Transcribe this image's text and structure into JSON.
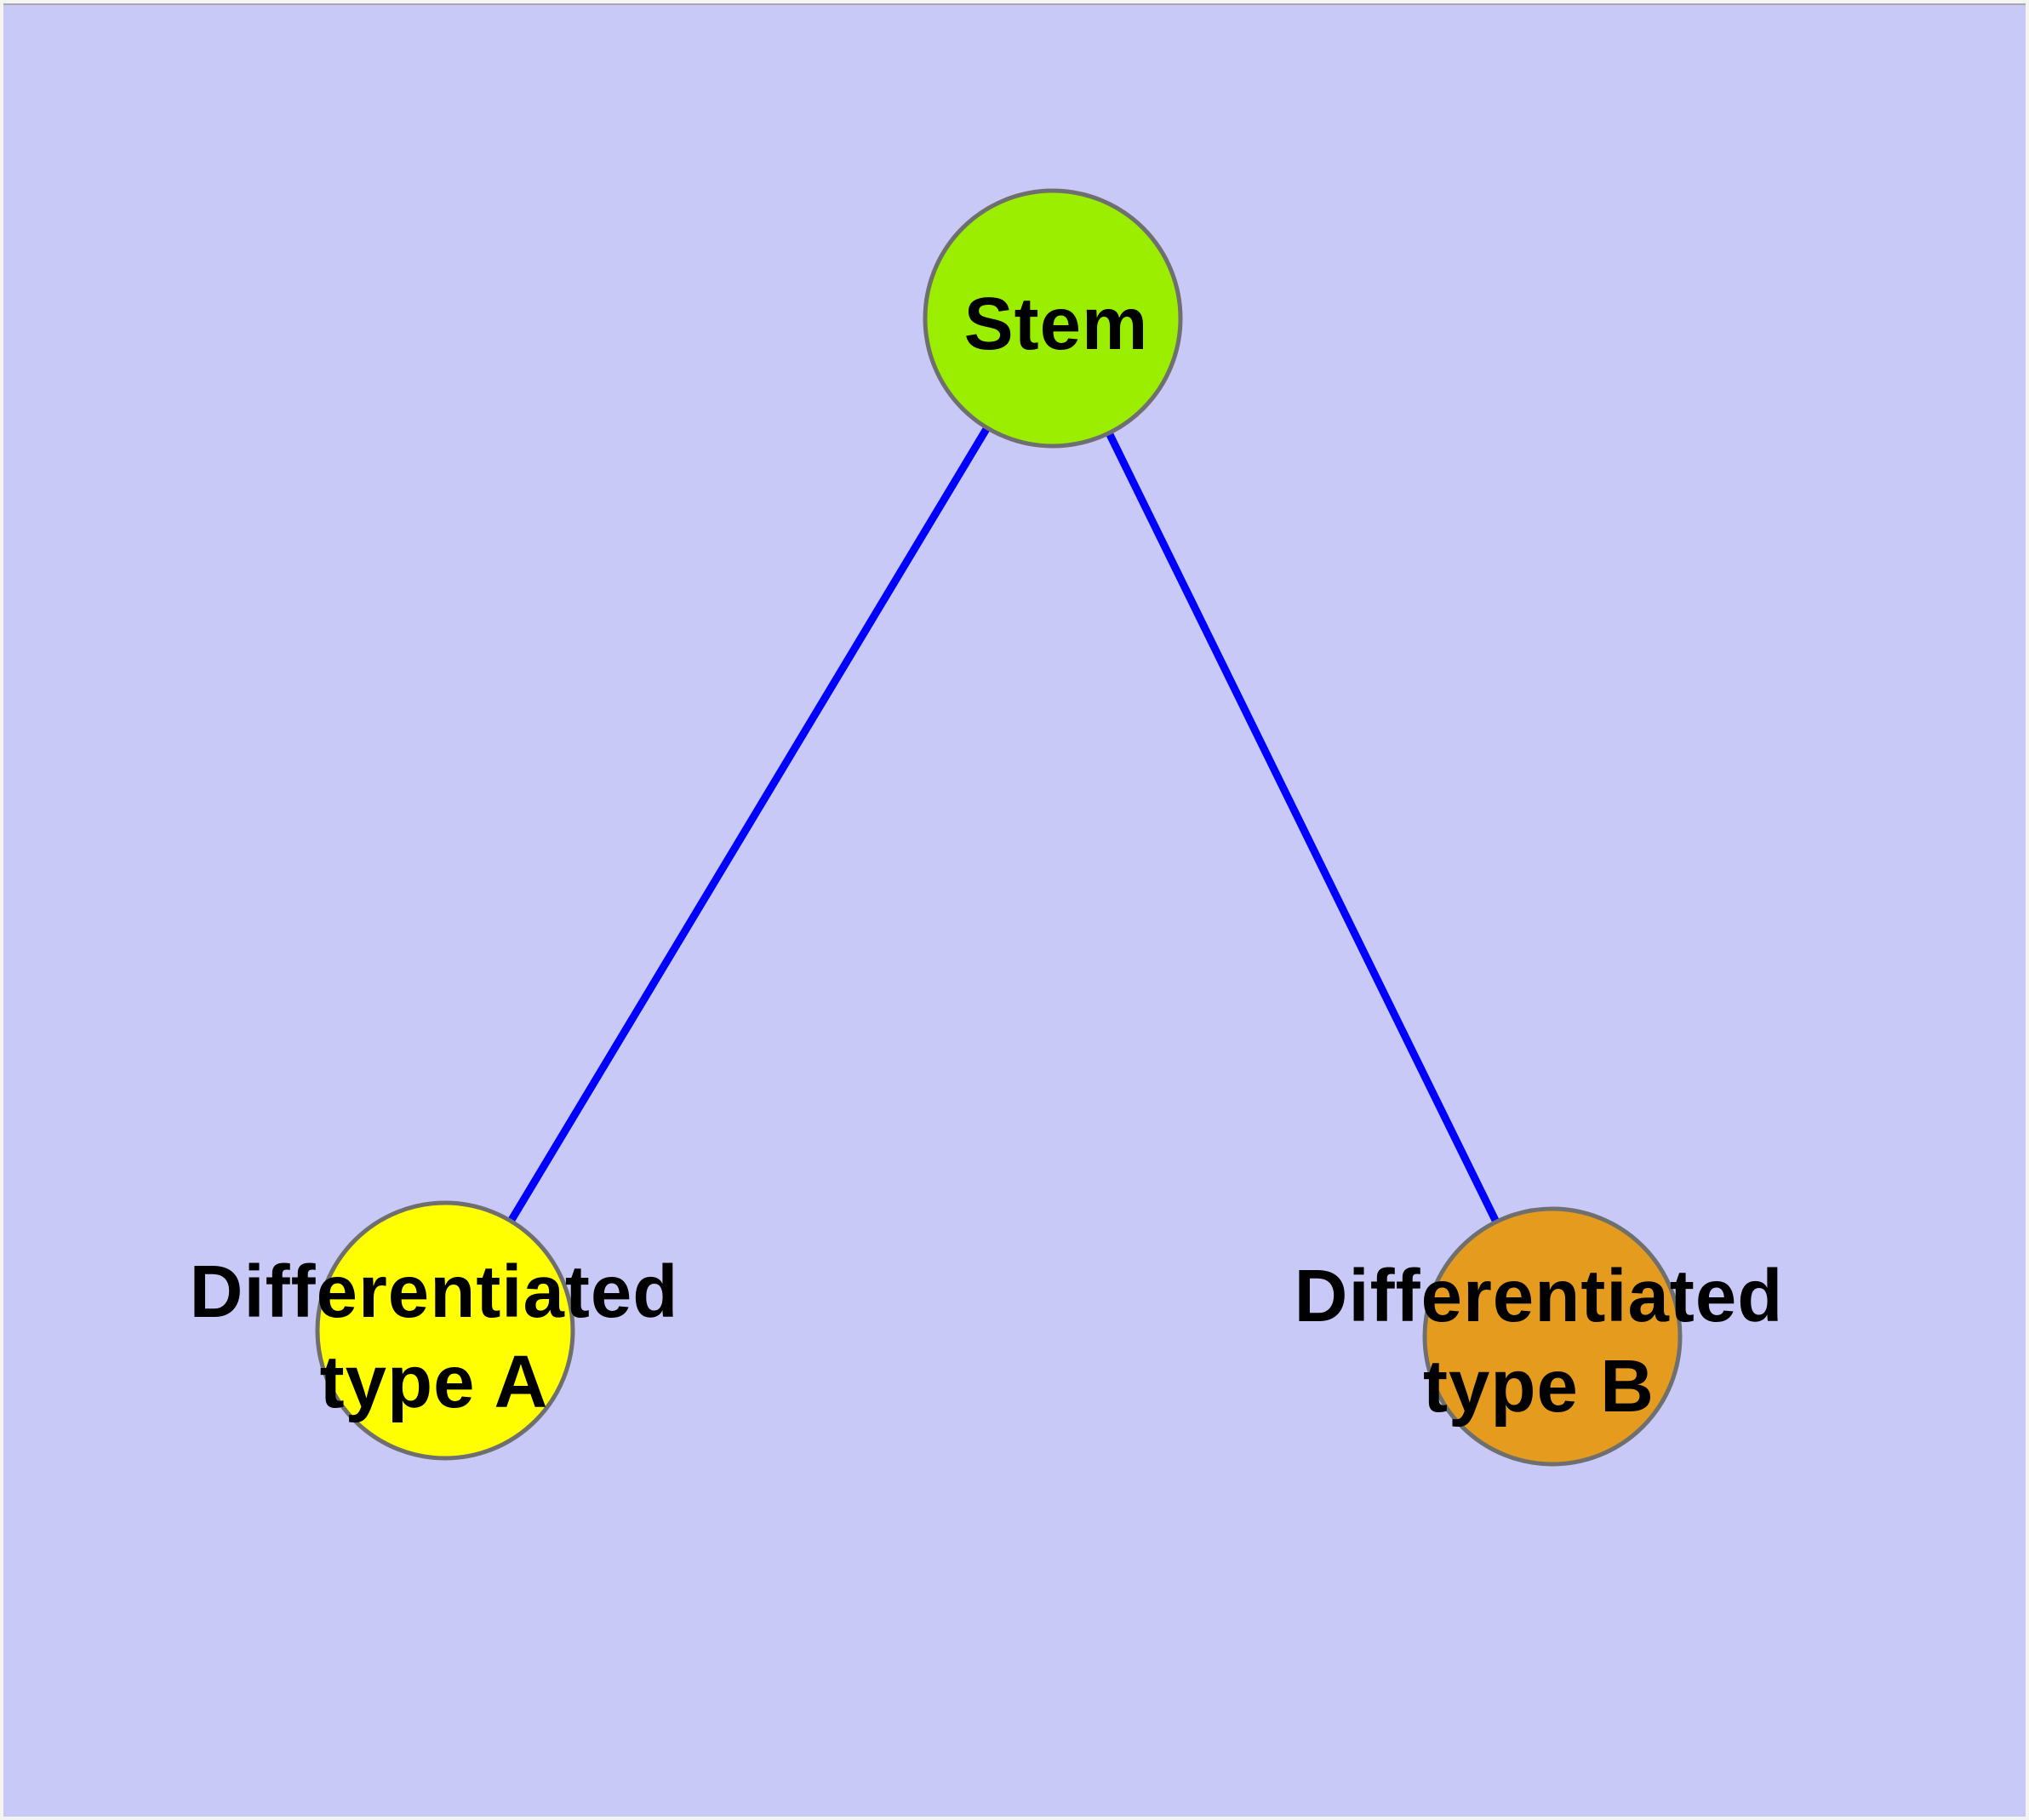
{
  "diagram": {
    "type": "graph",
    "description": "Cell differentiation lineage diagram: one stem node branching to two differentiated cell types",
    "background_color": "#c9c9f8",
    "frame_color": "#f4f4f4",
    "edge_color": "#0000ff",
    "node_border_color": "#6f6f6f",
    "text_color": "#000000",
    "nodes": [
      {
        "id": "stem",
        "label": "Stem",
        "label_line1": "Stem",
        "label_line2": "",
        "fill": "#9bee00"
      },
      {
        "id": "differentiated-type-a",
        "label": "Differentiated type A",
        "label_line1": "Differentiated",
        "label_line2": "type A",
        "fill": "#ffff00"
      },
      {
        "id": "differentiated-type-b",
        "label": "Differentiated type B",
        "label_line1": "Differentiated",
        "label_line2": "type B",
        "fill": "#e59b1e"
      }
    ],
    "edges": [
      {
        "from": "stem",
        "to": "differentiated-type-a"
      },
      {
        "from": "stem",
        "to": "differentiated-type-b"
      }
    ]
  }
}
